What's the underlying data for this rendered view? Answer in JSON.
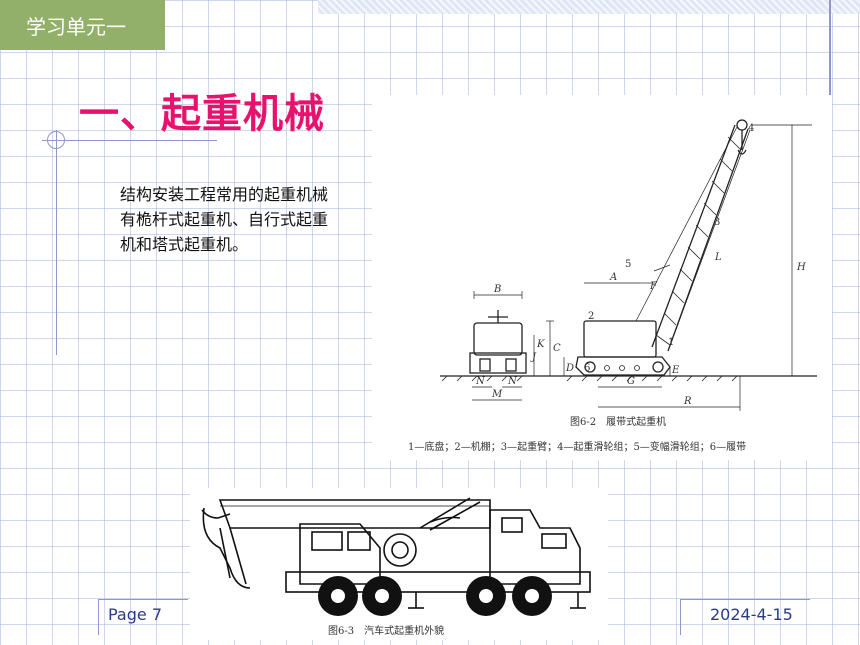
{
  "header": {
    "unit_label": "学习单元一"
  },
  "title": "一、起重机械",
  "body_text": "结构安装工程常用的起重机械有桅杆式起重机、自行式起重机和塔式起重机。",
  "figure_crawler": {
    "caption": "图6-2　履带式起重机",
    "legend": "1—底盘；2—机棚；3—起重臂；4—起重滑轮组；5—变幅滑轮组；6—履带",
    "callouts": [
      "1",
      "2",
      "3",
      "4",
      "5",
      "6"
    ],
    "dims": [
      "A",
      "B",
      "C",
      "D",
      "E",
      "F",
      "G",
      "H",
      "J",
      "K",
      "L",
      "M",
      "N",
      "N",
      "R"
    ]
  },
  "figure_truck": {
    "caption": "图6-3　汽车式起重机外貌"
  },
  "footer": {
    "page_label": "Page 7",
    "date": "2024-4-15"
  },
  "colors": {
    "accent": "#e8126e",
    "tab": "#93b06a",
    "rule": "#8f98c8"
  }
}
